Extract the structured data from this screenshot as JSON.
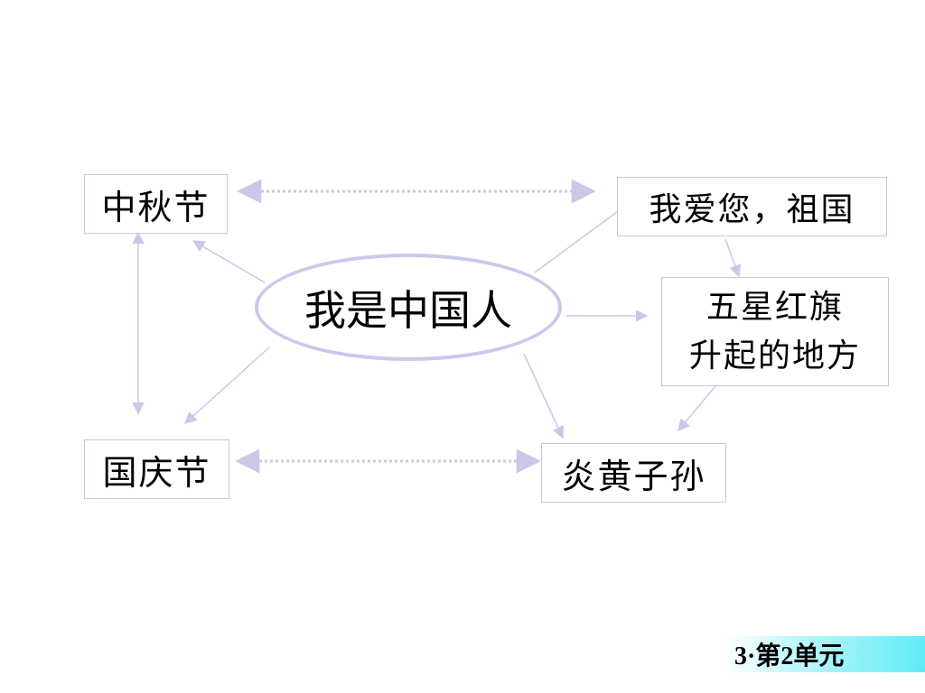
{
  "center": {
    "label": "我是中国人"
  },
  "nodes": {
    "zhongqiu": "中秋节",
    "aizuguo": "我爱您，祖国",
    "wuxing": {
      "line1": "五星红旗",
      "line2": "升起的地方"
    },
    "guoqing": "国庆节",
    "yanhuang": "炎黄子孙"
  },
  "footer": {
    "label": "3·第2单元"
  },
  "colors": {
    "line": "#c8c8e8",
    "oval_border": "#c9c9ec",
    "box_border": "#c8c8dc",
    "footer_accent": "#5fecf4"
  }
}
